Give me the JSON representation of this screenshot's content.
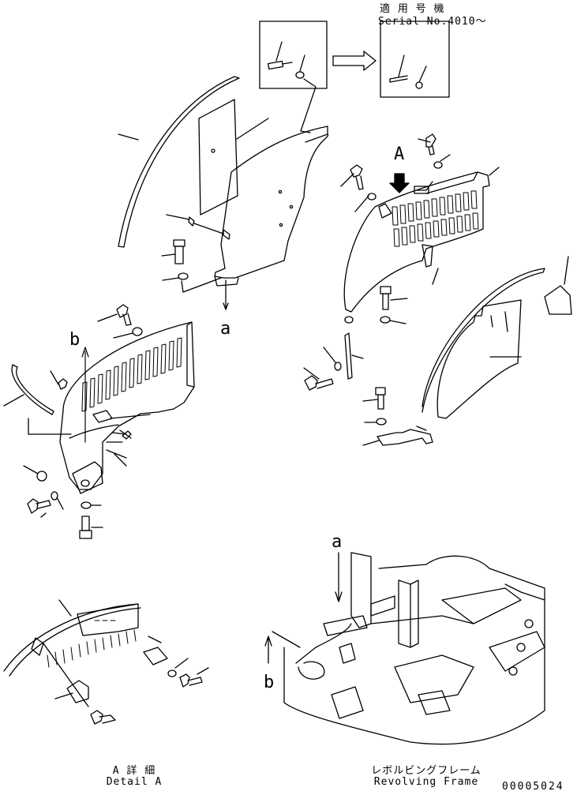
{
  "header": {
    "applicable_jp": "適 用 号 機",
    "serial": "Serial No.4010～"
  },
  "labels": {
    "view_a": "A",
    "ref_a_top": "a",
    "ref_b_left": "b",
    "ref_a_frame": "a",
    "ref_b_frame": "b"
  },
  "captions": {
    "detail_jp": "A 詳 細",
    "detail_en": "Detail A",
    "frame_jp": "レボルビングフレーム",
    "frame_en": "Revolving Frame"
  },
  "footer": {
    "drawing_no": "00005024"
  },
  "colors": {
    "line": "#000000",
    "background": "#ffffff"
  }
}
